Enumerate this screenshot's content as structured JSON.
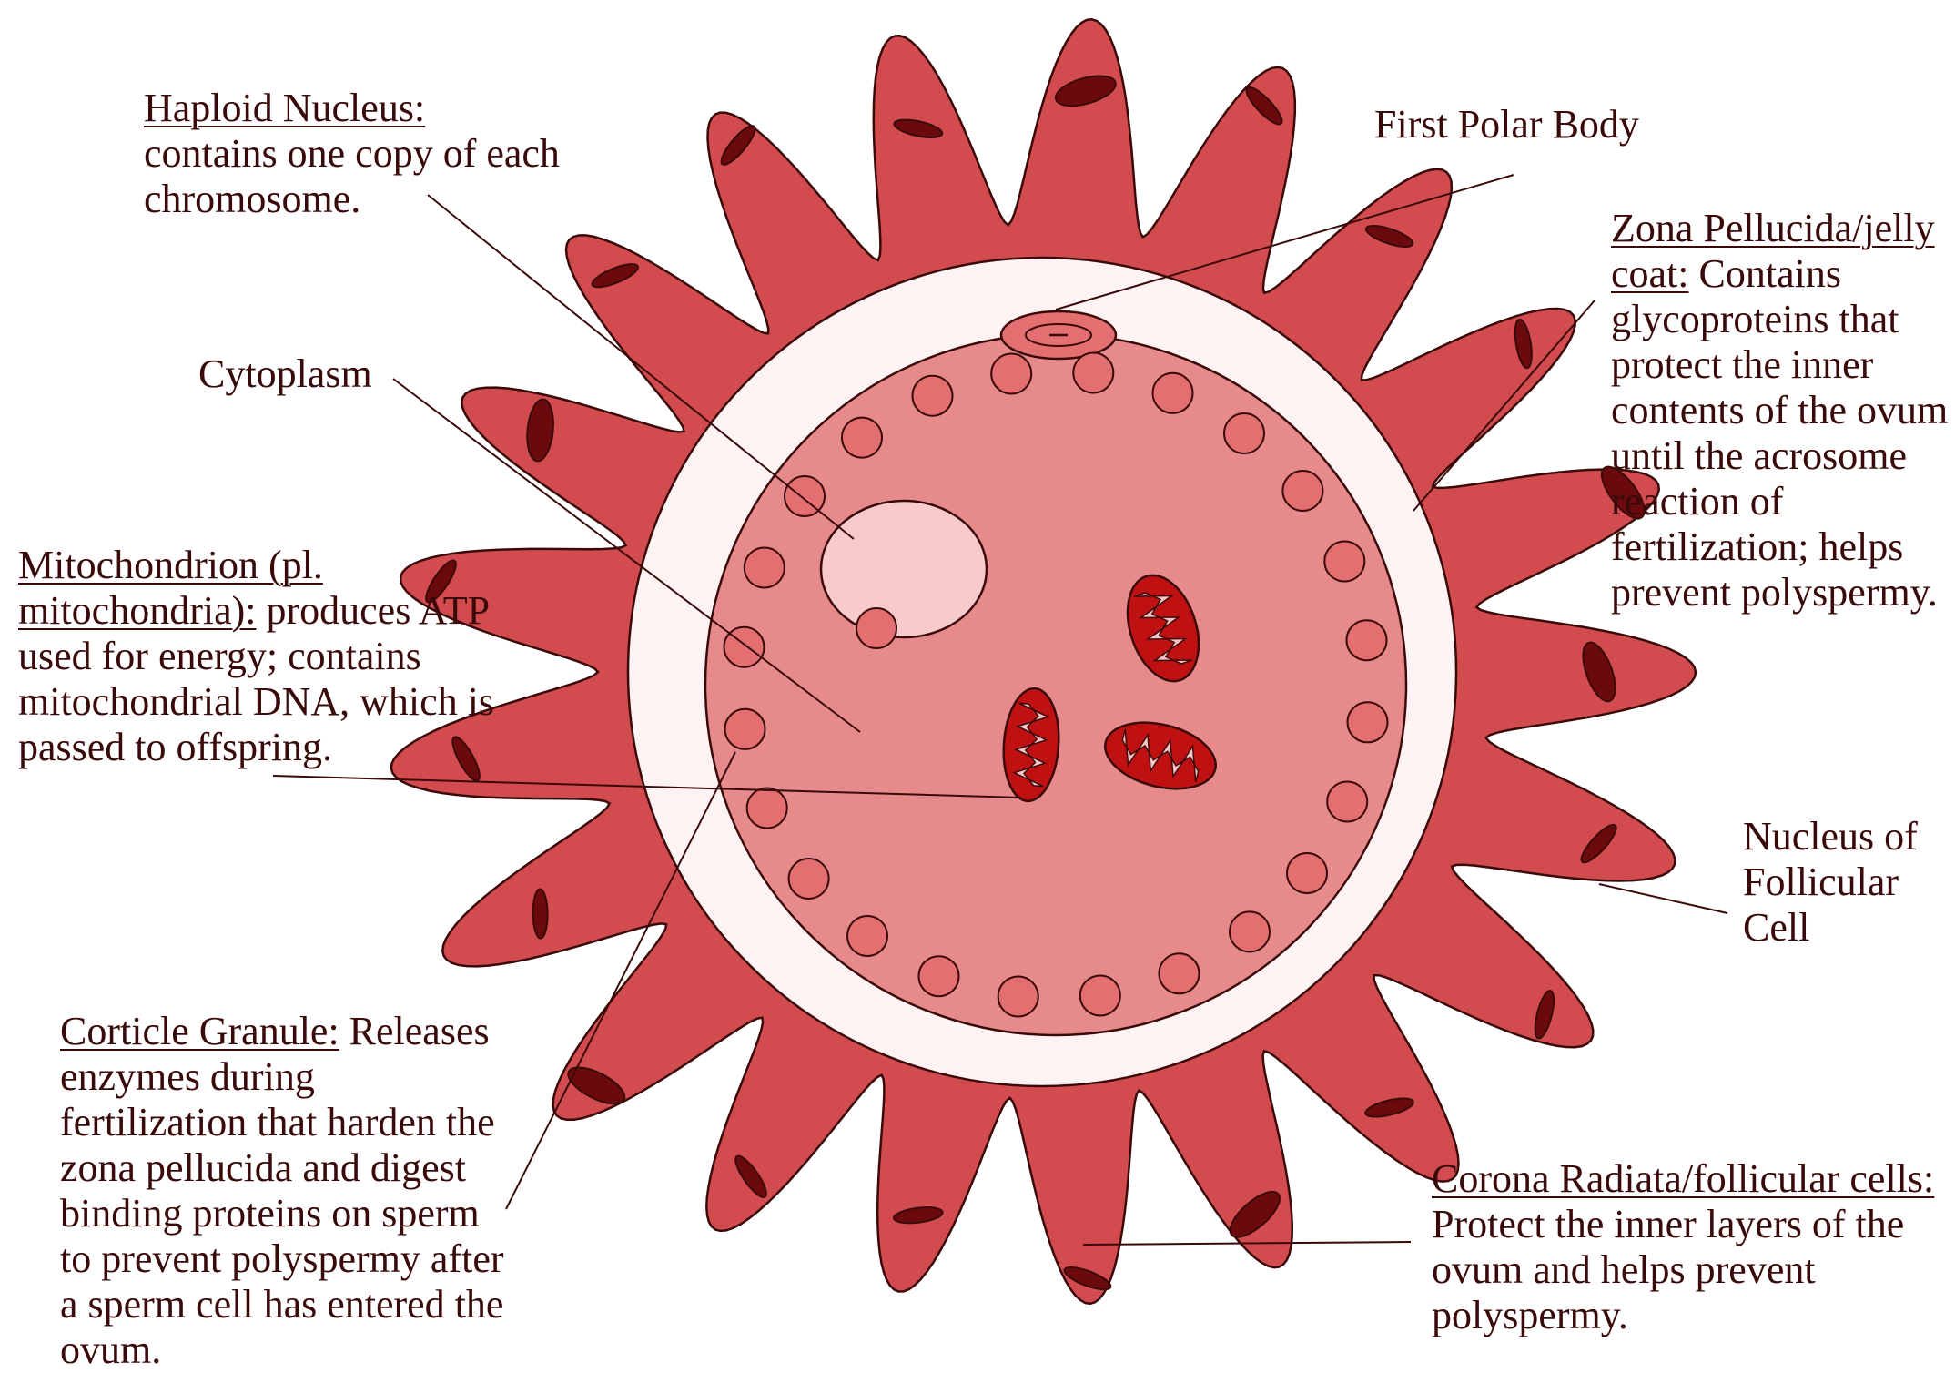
{
  "colors": {
    "corona": "#d24b4e",
    "corona_nucleus": "#6b0a0c",
    "zona": "#fdf3f3",
    "cytoplasm": "#e68a8b",
    "granule": "#e46f70",
    "haploid_nucleus": "#f7cbcb",
    "mitochondrion": "#bf1111",
    "cristae": "#f6c6c6",
    "outline": "#3a0a0a"
  },
  "labels": {
    "haploid_nucleus": {
      "heading": "Haploid Nucleus:",
      "body": [
        "contains one copy of each",
        "chromosome."
      ]
    },
    "first_polar_body": {
      "text": "First Polar Body"
    },
    "cytoplasm": {
      "text": "Cytoplasm"
    },
    "zona_pellucida": {
      "heading_line1": "Zona Pellucida/jelly",
      "heading_line2": "coat:",
      "line2_rest": " Contains",
      "body": [
        "glycoproteins that",
        "protect the inner",
        "contents of the ovum",
        "until the acrosome",
        "reaction of",
        "fertilization; helps",
        "prevent polyspermy."
      ]
    },
    "mitochondrion": {
      "heading_line1": "Mitochondrion (pl.",
      "heading_line2": "mitochondria):",
      "line2_rest": " produces ATP",
      "body": [
        "used for energy; contains",
        "mitochondrial DNA, which is",
        "passed to offspring."
      ]
    },
    "follicular_nucleus": {
      "lines": [
        "Nucleus of",
        "Follicular",
        "Cell"
      ]
    },
    "corticle_granule": {
      "heading": "Corticle Granule:",
      "line1_rest": " Releases",
      "body": [
        "enzymes during",
        "fertilization that harden the",
        "zona pellucida and digest",
        "binding proteins on sperm",
        "to prevent polyspermy after",
        "a sperm cell has entered the",
        "ovum."
      ]
    },
    "corona_radiata": {
      "heading": "Corona Radiata/follicular cells:",
      "body": [
        "Protect the inner layers of the",
        "ovum and helps prevent",
        "polyspermy."
      ]
    }
  }
}
